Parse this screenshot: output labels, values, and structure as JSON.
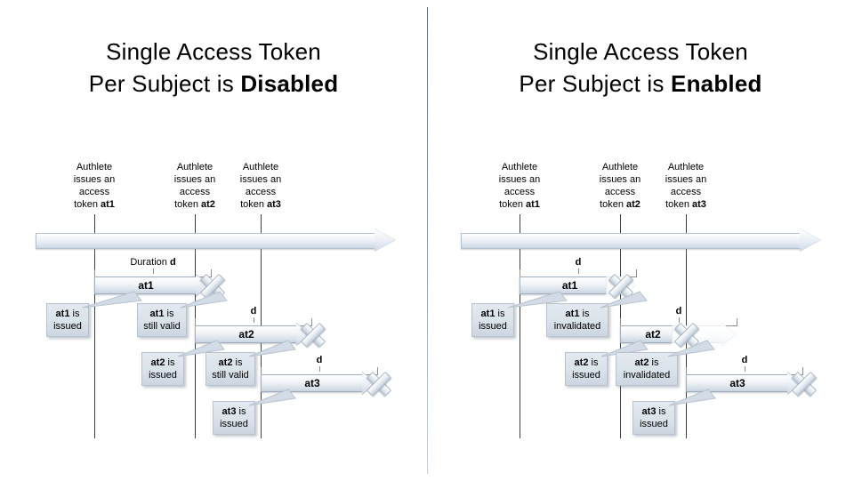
{
  "slide": {
    "divider_color": "#5c6b74",
    "bar_fill": "#dbe3ec",
    "callout_fill": "#dae2ea",
    "line_color": "#3f3f3f"
  },
  "panels": [
    {
      "id": "disabled",
      "title_line1": "Single Access Token",
      "title_line2_prefix": "Per Subject is ",
      "title_line2_emphasis": "Disabled",
      "columns": [
        {
          "line1": "Authlete",
          "line2": "issues an",
          "line3": "access",
          "line4_prefix": "token ",
          "line4_token": "at1"
        },
        {
          "line1": "Authlete",
          "line2": "issues an",
          "line3": "access",
          "line4_prefix": "token ",
          "line4_token": "at2"
        },
        {
          "line1": "Authlete",
          "line2": "issues an",
          "line3": "access",
          "line4_prefix": "token ",
          "line4_token": "at3"
        }
      ],
      "durations": [
        {
          "prefix": "Duration ",
          "symbol": "d"
        },
        {
          "prefix": "",
          "symbol": "d"
        },
        {
          "prefix": "",
          "symbol": "d"
        }
      ],
      "bars": [
        {
          "label": "at1"
        },
        {
          "label": "at2"
        },
        {
          "label": "at3"
        }
      ],
      "callouts": [
        {
          "line1_bold": "at1",
          "line1_rest": " is",
          "line2": "issued"
        },
        {
          "line1_bold": "at1",
          "line1_rest": " is",
          "line2": "still valid"
        },
        {
          "line1_bold": "at2",
          "line1_rest": " is",
          "line2": "issued"
        },
        {
          "line1_bold": "at2",
          "line1_rest": " is",
          "line2": "still valid"
        },
        {
          "line1_bold": "at3",
          "line1_rest": " is",
          "line2": "issued"
        }
      ]
    },
    {
      "id": "enabled",
      "title_line1": "Single Access Token",
      "title_line2_prefix": "Per Subject is ",
      "title_line2_emphasis": "Enabled",
      "columns": [
        {
          "line1": "Authlete",
          "line2": "issues an",
          "line3": "access",
          "line4_prefix": "token ",
          "line4_token": "at1"
        },
        {
          "line1": "Authlete",
          "line2": "issues an",
          "line3": "access",
          "line4_prefix": "token ",
          "line4_token": "at2"
        },
        {
          "line1": "Authlete",
          "line2": "issues an",
          "line3": "access",
          "line4_prefix": "token ",
          "line4_token": "at3"
        }
      ],
      "durations": [
        {
          "prefix": "",
          "symbol": "d"
        },
        {
          "prefix": "",
          "symbol": "d"
        },
        {
          "prefix": "",
          "symbol": "d"
        }
      ],
      "bars": [
        {
          "label": "at1"
        },
        {
          "label": "at2"
        },
        {
          "label": "at3"
        }
      ],
      "callouts": [
        {
          "line1_bold": "at1",
          "line1_rest": " is",
          "line2": "issued"
        },
        {
          "line1_bold": "at1",
          "line1_rest": " is",
          "line2": "invalidated"
        },
        {
          "line1_bold": "at2",
          "line1_rest": " is",
          "line2": "issued"
        },
        {
          "line1_bold": "at2",
          "line1_rest": " is",
          "line2": "invalidated"
        },
        {
          "line1_bold": "at3",
          "line1_rest": " is",
          "line2": "issued"
        }
      ]
    }
  ]
}
